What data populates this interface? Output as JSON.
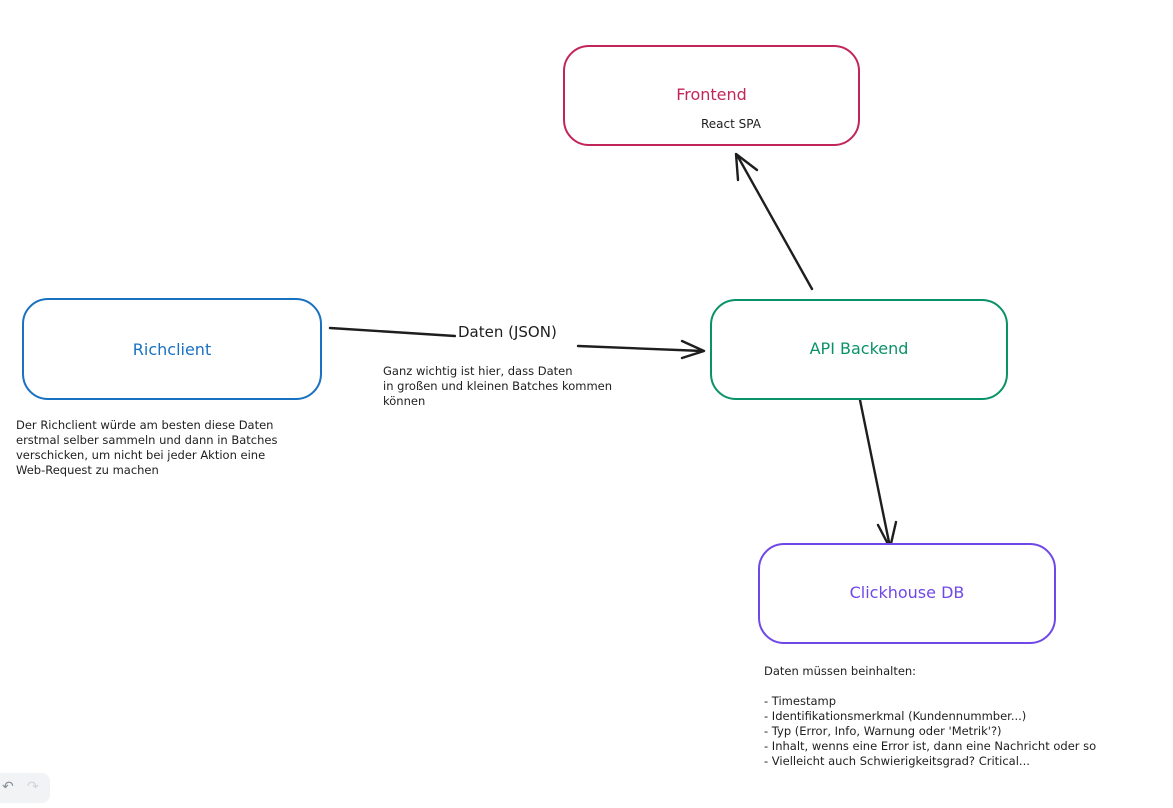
{
  "nodes": {
    "frontend": {
      "title": "Frontend",
      "subtitle": "React SPA",
      "color": "#c2255c"
    },
    "richclient": {
      "title": "Richclient",
      "color": "#1971c2"
    },
    "api": {
      "title": "API Backend",
      "color": "#099268"
    },
    "clickhouse": {
      "title": "Clickhouse DB",
      "color": "#7048e8"
    }
  },
  "edges": {
    "data_label": "Daten (JSON)"
  },
  "notes": {
    "richclient": "Der Richclient würde am besten diese Daten\nerstmal selber sammeln und dann in Batches\nverschicken, um nicht bei jeder Aktion eine\nWeb-Request zu machen",
    "batches": "Ganz wichtig ist hier, dass Daten\nin großen und kleinen Batches kommen\nkönnen",
    "data_contents": "Daten müssen beinhalten:\n\n- Timestamp\n- Identifikationsmerkmal (Kundennummber...)\n- Typ (Error, Info, Warnung oder 'Metrik'?)\n- Inhalt, wenns eine Error ist, dann eine Nachricht oder so\n- Vielleicht auch Schwierigkeitsgrad? Critical..."
  },
  "toolbar": {
    "undo_icon": "undo-icon",
    "redo_icon": "redo-icon"
  }
}
